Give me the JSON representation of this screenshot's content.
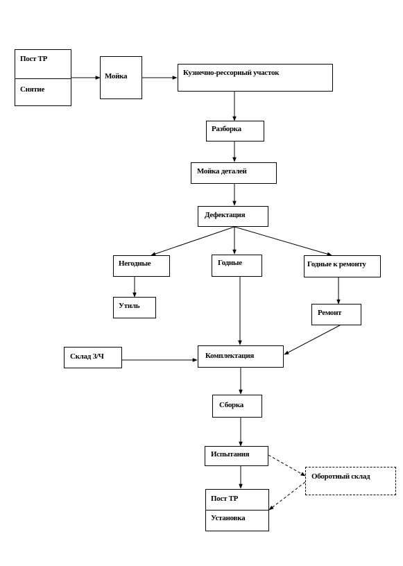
{
  "nodes": {
    "post_tr_top": {
      "line1": "Пост ТР",
      "line2": "Снятие"
    },
    "moika": "Мойка",
    "kuznechno": "Кузнечно-рессорный участок",
    "razborka": "Разборка",
    "moika_detalei": "Мойка деталей",
    "defektaciya": "Дефектация",
    "negodnye": "Негодные",
    "godnye": "Годные",
    "godnye_k_remontu": "Годные к ремонту",
    "util": "Утиль",
    "remont": "Ремонт",
    "sklad_zch": "Склад З/Ч",
    "komplektaciya": "Комплектация",
    "sborka": "Сборка",
    "ispytaniya": "Испытания",
    "oborotnyi_sklad": "Оборотный склад",
    "post_tr_bottom": {
      "line1": "Пост ТР",
      "line2": "Установка"
    }
  }
}
